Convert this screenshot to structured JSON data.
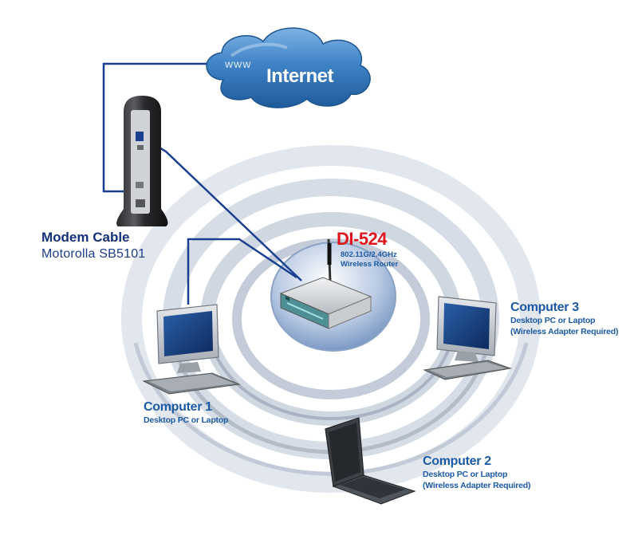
{
  "internet": {
    "www_label": "www",
    "label": "Internet"
  },
  "modem": {
    "title": "Modem Cable",
    "model": "Motorolla SB5101"
  },
  "router": {
    "name": "DI-524",
    "spec_line1": "802.11G/2.4GHz",
    "spec_line2": "Wireless Router"
  },
  "computers": [
    {
      "title": "Computer 1",
      "desc1": "Desktop PC or Laptop",
      "desc2": ""
    },
    {
      "title": "Computer 2",
      "desc1": "Desktop PC or Laptop",
      "desc2": "(Wireless Adapter Required)"
    },
    {
      "title": "Computer 3",
      "desc1": "Desktop PC or Laptop",
      "desc2": "(Wireless Adapter Required)"
    }
  ],
  "colors": {
    "cable": "#1a3f8f",
    "cloud": "#3a7fc0",
    "brand_red": "#e0141e",
    "label_blue": "#1c5aa8"
  }
}
